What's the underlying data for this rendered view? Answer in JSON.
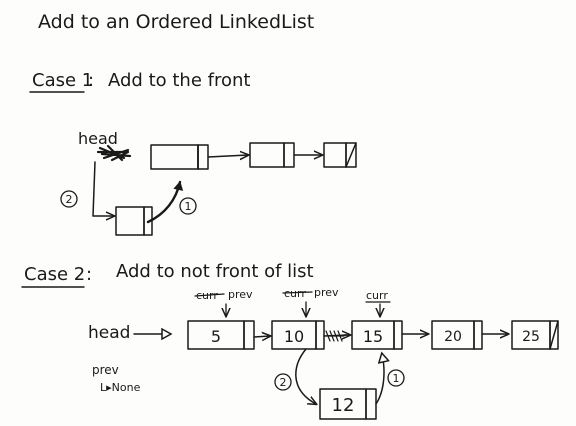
{
  "title": "Add to an Ordered LinkedList",
  "case1": {
    "label": "Case 1",
    "sep": ":",
    "text": "Add to the front",
    "head_label": "head",
    "step1": "1",
    "step2": "2"
  },
  "case2": {
    "label": "Case 2",
    "sep": ":",
    "text": "Add to not front of list",
    "head_label": "head",
    "nodes": [
      "5",
      "10",
      "15",
      "20",
      "25"
    ],
    "new_node": "12",
    "annotations": {
      "curr_struck": "curr",
      "prev_on_5": "prev",
      "curr_struck_2": "curr",
      "prev_on_10": "prev",
      "curr_on_15": "curr"
    },
    "prev_note_line1": "prev",
    "prev_note_line2": "L▸None",
    "step1": "1",
    "step2": "2"
  }
}
